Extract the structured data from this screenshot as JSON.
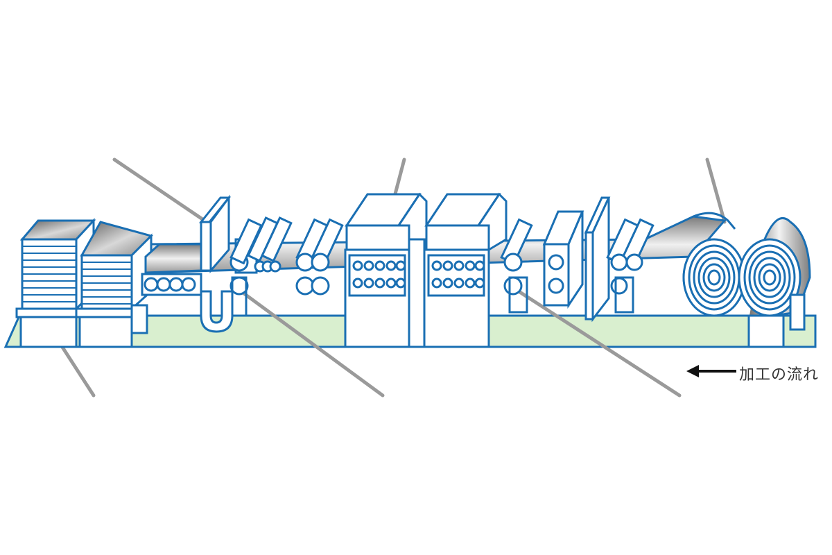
{
  "diagram": {
    "type": "steel coil processing line (cut-to-length line) illustration",
    "flow_label": "加工の流れ",
    "colors": {
      "outline": "#1a6fb3",
      "line_fill": "#ffffff",
      "sheet_dark": "#6e6e6e",
      "sheet_light": "#e6e6e6",
      "floor": "#d9efcf",
      "floor_edge": "#1a6fb3",
      "callout": "#9a9a9a",
      "arrow": "#111111"
    },
    "callouts": [
      {
        "name": "cutter-callout"
      },
      {
        "name": "leveler-callout"
      },
      {
        "name": "uncoiler-callout"
      },
      {
        "name": "stacker-callout"
      },
      {
        "name": "pinch-roll-callout"
      },
      {
        "name": "entry-roll-callout"
      }
    ]
  }
}
